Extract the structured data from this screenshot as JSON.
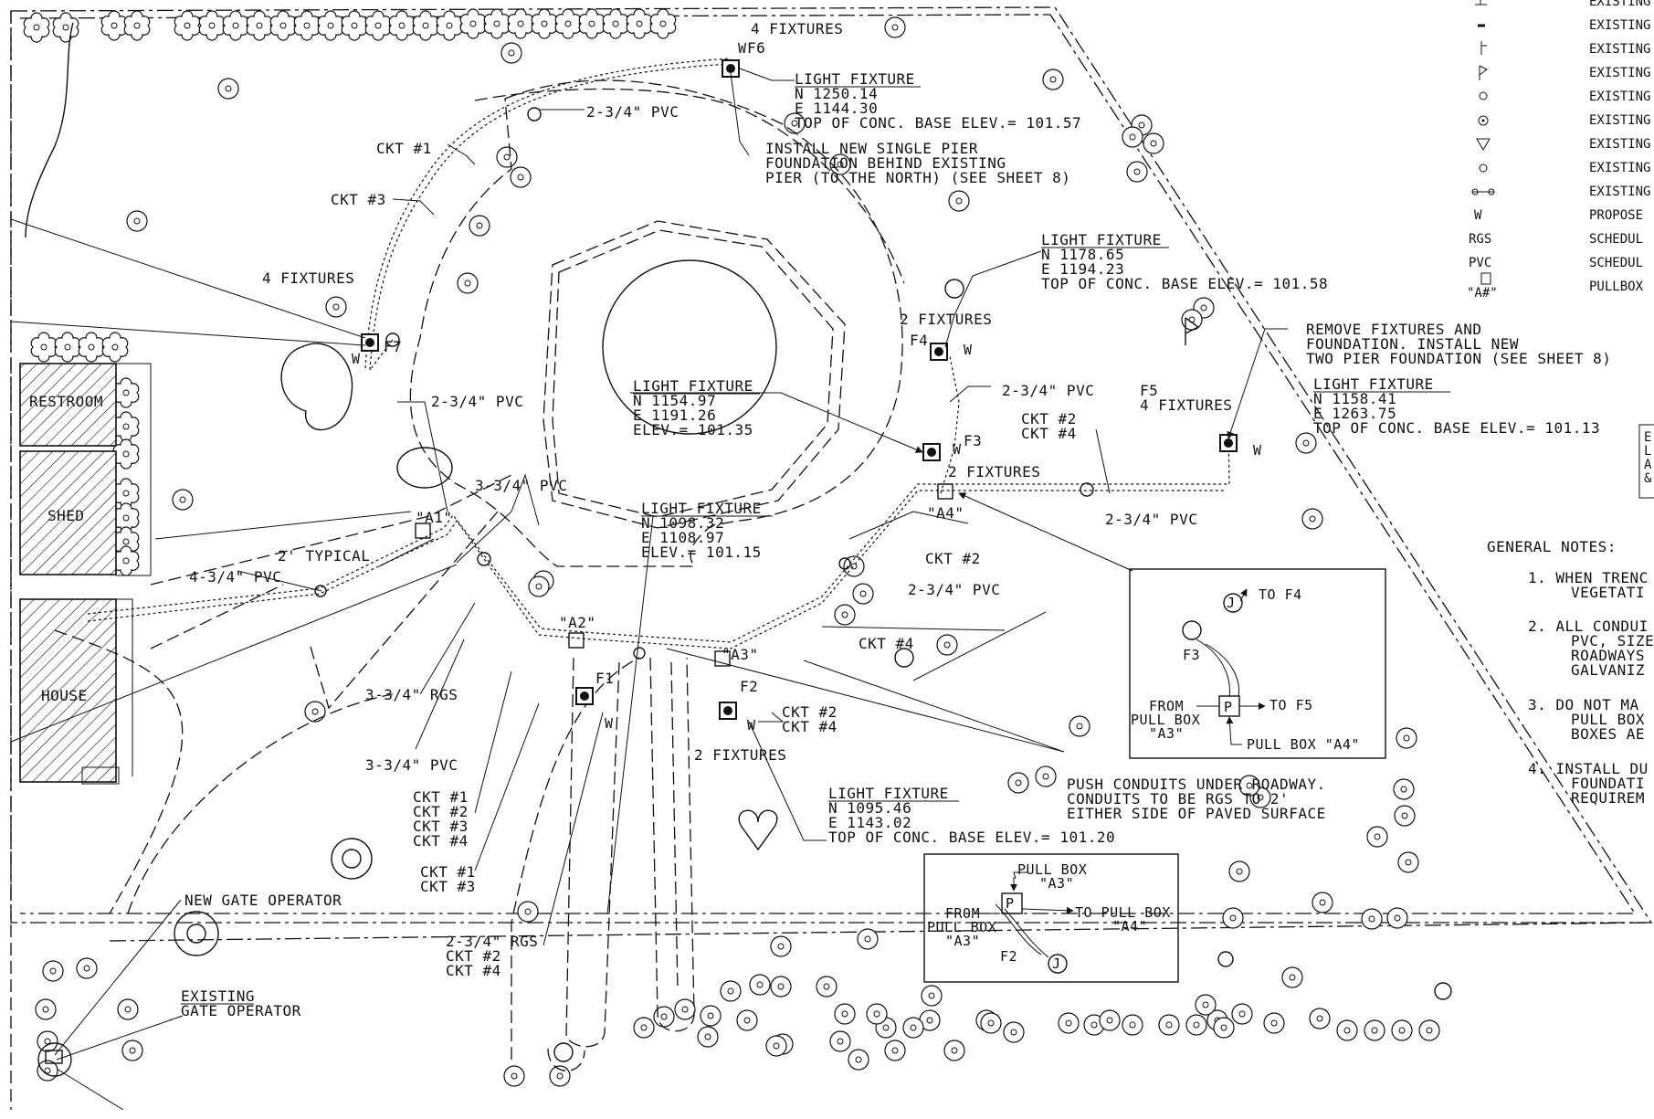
{
  "buildings": {
    "restroom": "RESTROOM",
    "shed": "SHED",
    "house": "HOUSE"
  },
  "callouts": {
    "four_fixtures_top": "4 FIXTURES",
    "f6": "F6",
    "w_f6": "W",
    "lf_f6": {
      "title": "LIGHT FIXTURE",
      "n": "N 1250.14",
      "e": "E 1144.30",
      "elev": "TOP OF CONC. BASE ELEV.= 101.57"
    },
    "install_new_pier": [
      "INSTALL NEW SINGLE PIER",
      "FOUNDATION BEHIND EXISTING",
      "PIER (TO THE NORTH) (SEE SHEET 8)"
    ],
    "pvc_top": "2-3/4\" PVC",
    "ckt1_top": "CKT #1",
    "ckt3_top": "CKT #3",
    "four_fixtures_left": "4 FIXTURES",
    "f7": "F7",
    "w_f7": "W",
    "pvc_left": "2-3/4\" PVC",
    "lf_f4": {
      "title": "LIGHT FIXTURE",
      "n": "N 1178.65",
      "e": "E 1194.23",
      "elev": "TOP OF CONC. BASE ELEV.= 101.58"
    },
    "two_fixtures_f4": "2 FIXTURES",
    "f4": "F4",
    "w_f4": "W",
    "lf_center": {
      "title": "LIGHT FIXTURE",
      "n": "N 1154.97",
      "e": "E 1191.26",
      "elev": "ELEV.= 101.35"
    },
    "pvc_f4": "2-3/4\" PVC",
    "ckt2_f3": "CKT #2",
    "ckt4_f3": "CKT #4",
    "f3": "F3",
    "w_f3": "W",
    "two_fixtures_f3": "2 FIXTURES",
    "f5": "F5",
    "four_fixtures_f5": "4 FIXTURES",
    "w_f5": "W",
    "remove_fixtures": [
      "REMOVE FIXTURES AND",
      "FOUNDATION. INSTALL NEW",
      "TWO PIER FOUNDATION (SEE SHEET 8)"
    ],
    "lf_f5": {
      "title": "LIGHT FIXTURE",
      "n": "N 1158.41",
      "e": "E 1263.75",
      "elev": "TOP OF CONC. BASE ELEV.= 101.13"
    },
    "pvc_a1": "3-3/4\" PVC",
    "a1": "\"A1\"",
    "lf_mid": {
      "title": "LIGHT FIXTURE",
      "n": "N 1098.32",
      "e": "E 1108.97",
      "elev": "ELEV.= 101.15"
    },
    "a4": "\"A4\"",
    "pvc_a4": "2-3/4\" PVC",
    "ckt2_mid": "CKT #2",
    "pvc_mid": "2-3/4\" PVC",
    "ckt4_mid": "CKT #4",
    "two_typical": "2' TYPICAL",
    "pvc_4": "4-3/4\" PVC",
    "a2": "\"A2\"",
    "a3": "\"A3\"",
    "f1": "F1",
    "w_f1": "W",
    "f2": "F2",
    "w_f2": "W",
    "ckt2_f2": "CKT #2",
    "ckt4_f2": "CKT #4",
    "two_fixtures_f2": "2 FIXTURES",
    "rgs_3": "3-3/4\" RGS",
    "pvc_3": "3-3/4\" PVC",
    "ckt_list_a": [
      "CKT #1",
      "CKT #2",
      "CKT #3",
      "CKT #4"
    ],
    "ckt_list_b": [
      "CKT #1",
      "CKT #3"
    ],
    "rgs_2": "2-3/4\" RGS",
    "ckt_list_c": [
      "CKT #2",
      "CKT #4"
    ],
    "push_conduits": [
      "PUSH CONDUITS UNDER ROADWAY.",
      "CONDUITS TO BE RGS TO 2'",
      "EITHER SIDE OF PAVED SURFACE"
    ],
    "lf_f2": {
      "title": "LIGHT FIXTURE",
      "n": "N 1095.46",
      "e": "E 1143.02",
      "elev": "TOP OF CONC. BASE ELEV.= 101.20"
    },
    "new_gate": "NEW GATE OPERATOR",
    "existing_gate": [
      "EXISTING",
      "GATE OPERATOR"
    ]
  },
  "detail_a4": {
    "to_f4": "TO F4",
    "f3": "F3",
    "from": "FROM",
    "pull_box": "PULL BOX",
    "a3": "\"A3\"",
    "to_f5": "TO F5",
    "pull_box_a4": "PULL BOX \"A4\"",
    "p": "P",
    "j": "J"
  },
  "detail_a3": {
    "pull_box": "PULL BOX",
    "a3_top": "\"A3\"",
    "from": "FROM",
    "pull_box_left": "PULL BOX",
    "a3_left": "\"A3\"",
    "to_pull_box": "TO PULL BOX",
    "a4": "\"A4\"",
    "f2": "F2",
    "p": "P",
    "j": "J"
  },
  "legend": {
    "items": [
      {
        "symbol": "",
        "label": "EXISTING"
      },
      {
        "symbol": "",
        "label": "EXISTING"
      },
      {
        "symbol": "",
        "label": "EXISTING"
      },
      {
        "symbol": "",
        "label": "EXISTING"
      },
      {
        "symbol": "",
        "label": "EXISTING"
      },
      {
        "symbol": "",
        "label": "EXISTING"
      },
      {
        "symbol": "",
        "label": "EXISTING"
      },
      {
        "symbol": "",
        "label": "EXISTING"
      },
      {
        "symbol": "",
        "label": "EXISTING"
      },
      {
        "symbol": "W",
        "label": "PROPOSE"
      },
      {
        "symbol": "RGS",
        "label": "SCHEDUL"
      },
      {
        "symbol": "PVC",
        "label": "SCHEDUL"
      },
      {
        "symbol": "\"A#\"",
        "label": "PULLBOX"
      }
    ]
  },
  "general_notes": {
    "title": "GENERAL NOTES:",
    "lines": [
      "1. WHEN TRENC",
      "VEGETATI",
      "2. ALL CONDUI",
      "PVC, SIZE",
      "ROADWAYS",
      "GALVANIZ",
      "3. DO NOT MA",
      "PULL BOX",
      "BOXES AE",
      "4. INSTALL DU",
      "FOUNDATI",
      "REQUIREM"
    ],
    "box_letters": [
      "E",
      "L",
      "A",
      "&"
    ]
  },
  "colors": {
    "ink": "#111111",
    "paper": "#ffffff"
  }
}
